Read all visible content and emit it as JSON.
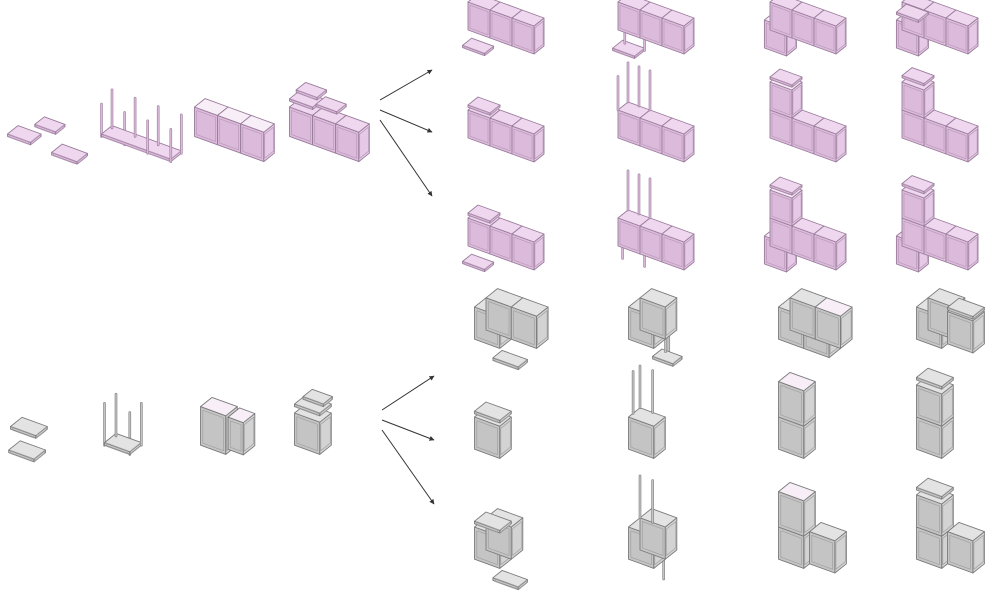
{
  "groups": [
    {
      "id": "pink",
      "colors": {
        "top": "#efd8ef",
        "left": "#dcbadb",
        "right": "#e6c9e6",
        "edge": "#9a7c9b",
        "rim": "#b79ab8"
      },
      "sequence": [
        "floor-panels",
        "posts",
        "row-of-three",
        "row-with-lids"
      ],
      "variants": [
        [
          "drawer-out-front",
          "drawer-posts",
          "open-box-front",
          "lid-box-front"
        ],
        [
          "lid-on-end",
          "posts-on-end",
          "stacked-open",
          "stacked-lid"
        ],
        [
          "drawer-and-lid",
          "posts-both",
          "stacked-plus-front",
          "lid-both"
        ]
      ]
    },
    {
      "id": "grey",
      "colors": {
        "top": "#e3e3e3",
        "left": "#c4c4c4",
        "right": "#d3d3d3",
        "edge": "#7c7c7c",
        "rim": "#a0a0a0"
      },
      "sequence": [
        "floor-panels",
        "posts",
        "open-cube",
        "cube-with-lids"
      ],
      "variants": [
        [
          "drawer-out",
          "posts-side",
          "open-top-pair",
          "lid-pair"
        ],
        [
          "lid-single",
          "posts-top",
          "tall-stack",
          "tall-stack-lid"
        ],
        [
          "drawer-and-lid",
          "posts-top-side",
          "tall-stack-plus",
          "tall-stack-lid-plus"
        ]
      ]
    }
  ]
}
